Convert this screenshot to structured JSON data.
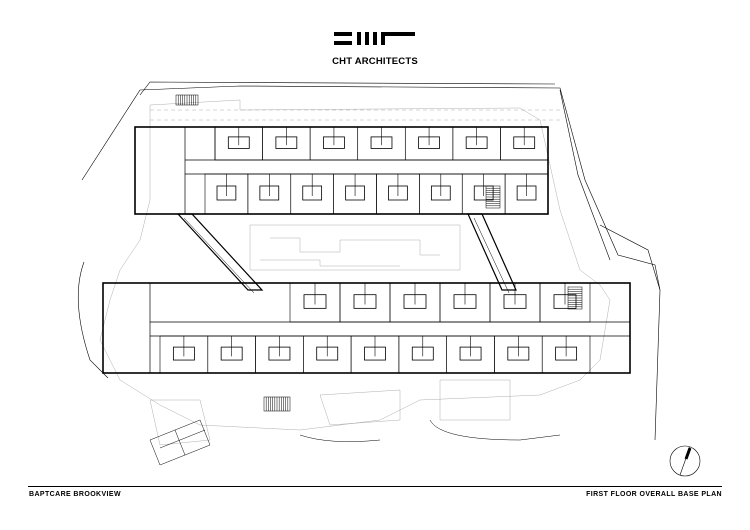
{
  "firm": {
    "name": "CHT ARCHITECTS",
    "logo_icon": "cht-logo-mark"
  },
  "drawing": {
    "project_name": "BAPTCARE BROOKVIEW",
    "sheet_title": "FIRST FLOOR OVERALL BASE PLAN",
    "north_icon": "north-arrow-icon",
    "line_color": "#000000",
    "paving_color": "#9a9a9a",
    "background": "#ffffff"
  }
}
